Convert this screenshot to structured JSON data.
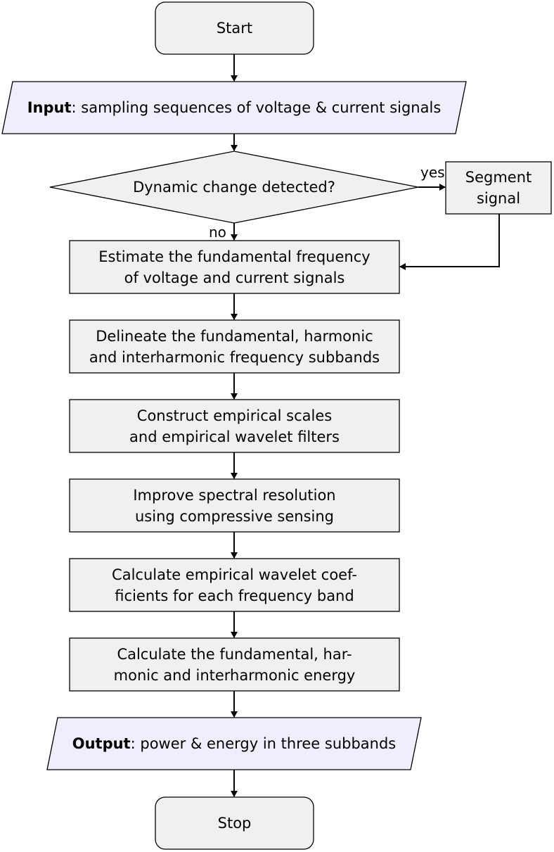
{
  "flowchart": {
    "start": "Start",
    "input": {
      "bold": "Input",
      "text": ": sampling sequences of voltage & current signals"
    },
    "decision": "Dynamic change detected?",
    "yes_label": "yes",
    "no_label": "no",
    "segment": {
      "line1": "Segment",
      "line2": "signal"
    },
    "steps": [
      {
        "line1": "Estimate the fundamental frequency",
        "line2": "of voltage and current signals"
      },
      {
        "line1": "Delineate the fundamental, harmonic",
        "line2": "and interharmonic frequency subbands"
      },
      {
        "line1": "Construct empirical scales",
        "line2": "and empirical wavelet filters"
      },
      {
        "line1": "Improve spectral resolution",
        "line2": "using compressive sensing"
      },
      {
        "line1": "Calculate empirical wavelet coef-",
        "line2": "ficients for each frequency band"
      },
      {
        "line1": "Calculate the fundamental, har-",
        "line2": "monic and interharmonic energy"
      }
    ],
    "output": {
      "bold": "Output",
      "text": ": power & energy in three subbands"
    },
    "stop": "Stop"
  },
  "colors": {
    "process_fill": "#f0f0f0",
    "io_fill": "#efeffc",
    "stroke": "#000000"
  }
}
